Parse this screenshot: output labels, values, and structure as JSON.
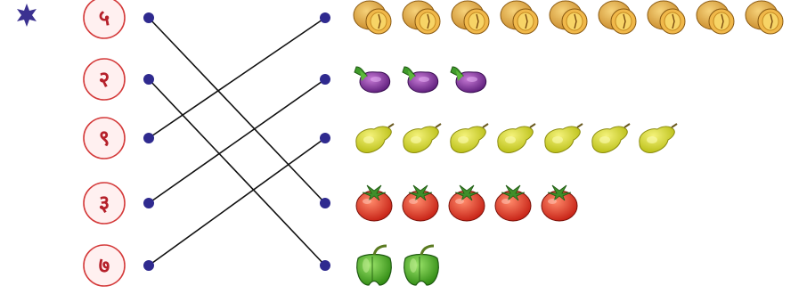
{
  "star_icon": "six-point-star-icon",
  "colors": {
    "circle_border": "#d43a3a",
    "circle_fill": "#fff0f0",
    "numeral": "#b5202a",
    "dot": "#2f2a8f",
    "line": "#111111"
  },
  "numbers": [
    {
      "label": "५",
      "value": 5
    },
    {
      "label": "२",
      "value": 2
    },
    {
      "label": "९",
      "value": 9
    },
    {
      "label": "३",
      "value": 3
    },
    {
      "label": "७",
      "value": 7
    }
  ],
  "rows": [
    {
      "item": "melon",
      "count": 9
    },
    {
      "item": "eggplant",
      "count": 3
    },
    {
      "item": "pear",
      "count": 7
    },
    {
      "item": "tomato",
      "count": 5
    },
    {
      "item": "bell-pepper",
      "count": 2
    }
  ],
  "matches": [
    {
      "number_index": 0,
      "row_index": 3
    },
    {
      "number_index": 1,
      "row_index": 4
    },
    {
      "number_index": 2,
      "row_index": 0
    },
    {
      "number_index": 3,
      "row_index": 1
    },
    {
      "number_index": 4,
      "row_index": 2
    }
  ]
}
